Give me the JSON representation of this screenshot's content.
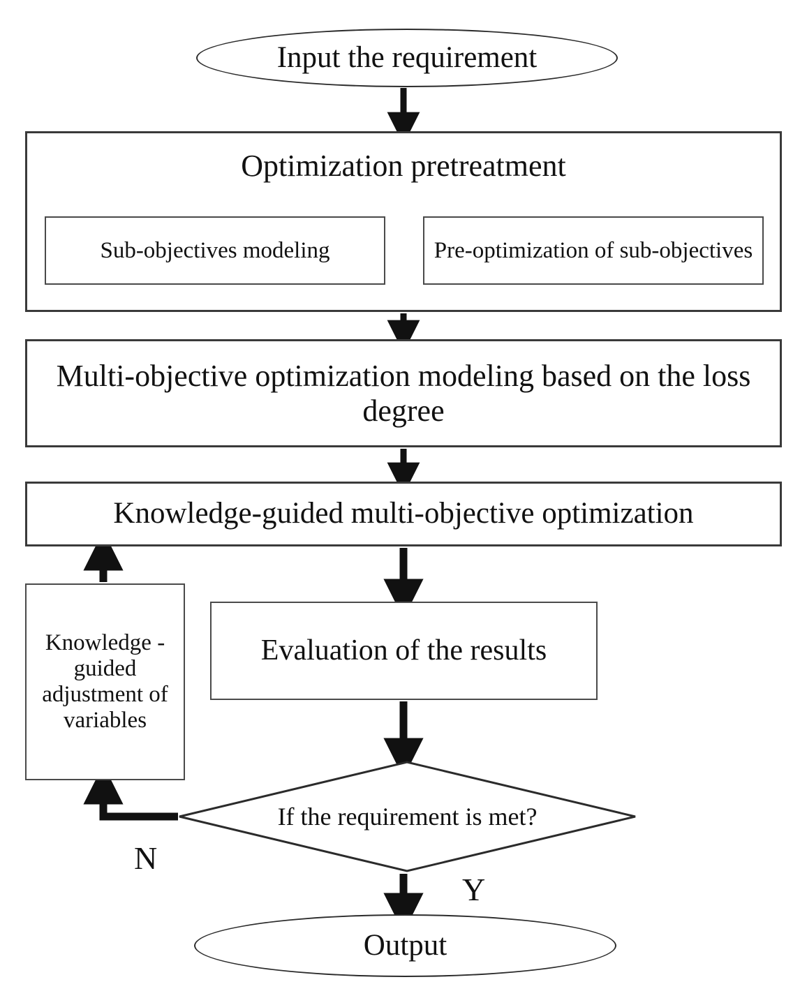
{
  "diagram": {
    "title_text_present": false,
    "colors": {
      "stroke": "#2b2b2b",
      "box_stroke": "#3a3a3a",
      "text": "#111111",
      "background": "#ffffff"
    },
    "nodes": {
      "input": {
        "label": "Input the requirement",
        "shape": "ellipse"
      },
      "pretreatment": {
        "label": "Optimization pretreatment",
        "shape": "rectangle"
      },
      "sub_objectives_modeling": {
        "label": "Sub-objectives modeling",
        "shape": "rectangle"
      },
      "pre_optimization": {
        "label": "Pre-optimization of sub-objectives",
        "shape": "rectangle"
      },
      "moo_modeling": {
        "label": "Multi-objective optimization modeling based on the loss degree",
        "shape": "rectangle"
      },
      "knowledge_guided_moo": {
        "label": "Knowledge-guided multi-objective optimization",
        "shape": "rectangle"
      },
      "adjustment": {
        "label": "Knowledge -guided adjustment of variables",
        "shape": "rectangle"
      },
      "evaluation": {
        "label": "Evaluation of the results",
        "shape": "rectangle"
      },
      "decision": {
        "label": "If the requirement is met?",
        "shape": "diamond"
      },
      "output": {
        "label": "Output",
        "shape": "ellipse"
      }
    },
    "edge_labels": {
      "no": "N",
      "yes": "Y"
    },
    "edges": [
      {
        "from": "input",
        "to": "pretreatment",
        "label": ""
      },
      {
        "from": "sub_objectives_modeling",
        "to": "pre_optimization",
        "label": ""
      },
      {
        "from": "pretreatment",
        "to": "moo_modeling",
        "label": ""
      },
      {
        "from": "moo_modeling",
        "to": "knowledge_guided_moo",
        "label": ""
      },
      {
        "from": "knowledge_guided_moo",
        "to": "evaluation",
        "label": ""
      },
      {
        "from": "evaluation",
        "to": "decision",
        "label": ""
      },
      {
        "from": "decision",
        "to": "adjustment",
        "label": "N"
      },
      {
        "from": "adjustment",
        "to": "knowledge_guided_moo",
        "label": ""
      },
      {
        "from": "decision",
        "to": "output",
        "label": "Y"
      }
    ]
  }
}
